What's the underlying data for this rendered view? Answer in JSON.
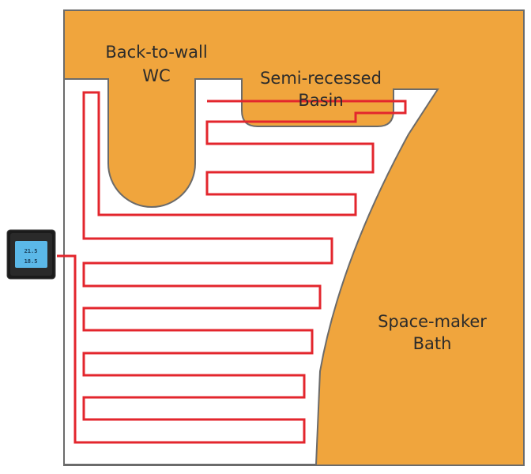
{
  "labels": {
    "wc_line1": "Back-to-wall",
    "wc_line2": "WC",
    "basin_line1": "Semi-recessed",
    "basin_line2": "Basin",
    "bath_line1": "Space-maker",
    "bath_line2": "Bath"
  },
  "thermostat": {
    "display_line1": "21.5",
    "display_line2": "18.5"
  },
  "colors": {
    "fixture": "#f0a53d",
    "floor": "#ffffff",
    "outline": "#6b6b6b",
    "heating_cable": "#e3262d",
    "thermostat_body": "#1b1b1b",
    "thermostat_screen": "#5bb8e8"
  },
  "icons": {
    "thermostat": "thermostat-icon"
  }
}
